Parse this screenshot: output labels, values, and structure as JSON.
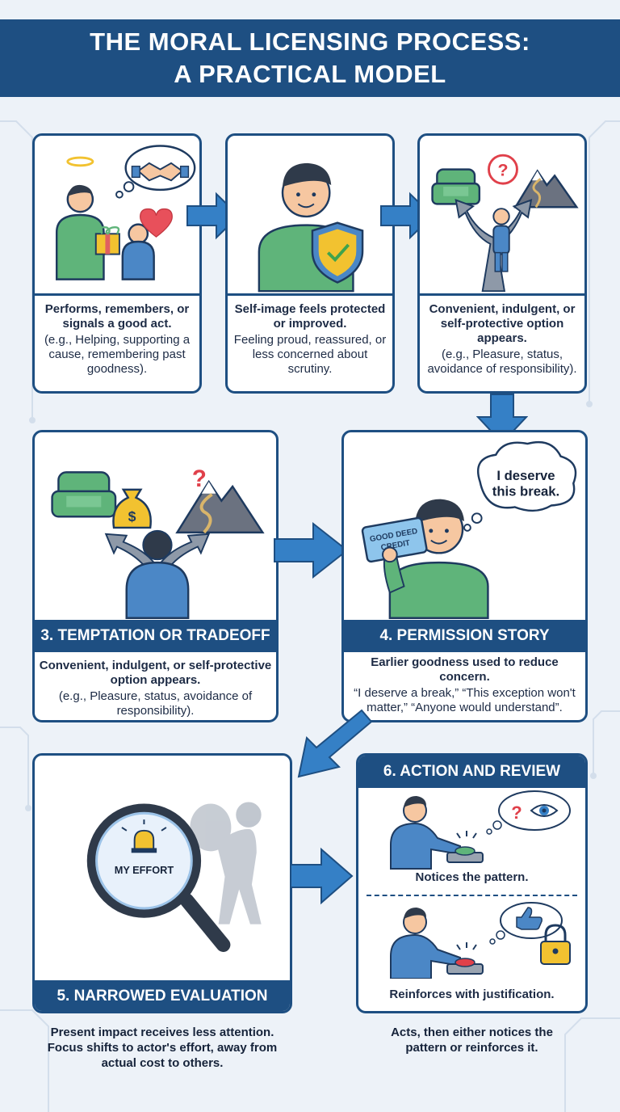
{
  "header": {
    "title_line1": "THE MORAL LICENSING PROCESS:",
    "title_line2": "A PRACTICAL MODEL"
  },
  "step1": {
    "bold": "Performs, remembers, or signals a good act.",
    "detail": "(e.g., Helping, supporting a cause, remembering past goodness)."
  },
  "step2": {
    "bold": "Self-image feels protected or improved.",
    "detail": "Feeling proud, reassured, or less concerned about scrutiny."
  },
  "step2b": {
    "bold": "Convenient, indulgent, or self-protective option appears.",
    "detail": "(e.g., Pleasure, status, avoidance of responsibility)."
  },
  "step3": {
    "title": "3. TEMPTATION OR TRADEOFF",
    "bold": "Convenient, indulgent, or self-protective option appears.",
    "detail": "(e.g., Pleasure, status, avoidance of responsibility)."
  },
  "step4": {
    "title": "4. PERMISSION STORY",
    "thought": "I deserve this break.",
    "card_text": "GOOD DEED CREDIT",
    "bold": "Earlier goodness used to reduce concern.",
    "detail": "“I deserve a break,” “This exception won't matter,” “Anyone would understand”."
  },
  "step5": {
    "title": "5. NARROWED EVALUATION",
    "lens_text": "MY EFFORT",
    "caption": "Present impact receives less attention. Focus shifts to actor's effort, away from actual cost to others."
  },
  "step6": {
    "title": "6. ACTION AND REVIEW",
    "top_caption": "Notices the pattern.",
    "bottom_caption": "Reinforces with justification.",
    "caption": "Acts, then either notices the pattern or reinforces it."
  },
  "colors": {
    "navy": "#1e4f82",
    "arrow_blue": "#3580c6",
    "shirt_green": "#5fb47a",
    "shirt_blue": "#4b87c6",
    "background": "#edf2f8"
  }
}
